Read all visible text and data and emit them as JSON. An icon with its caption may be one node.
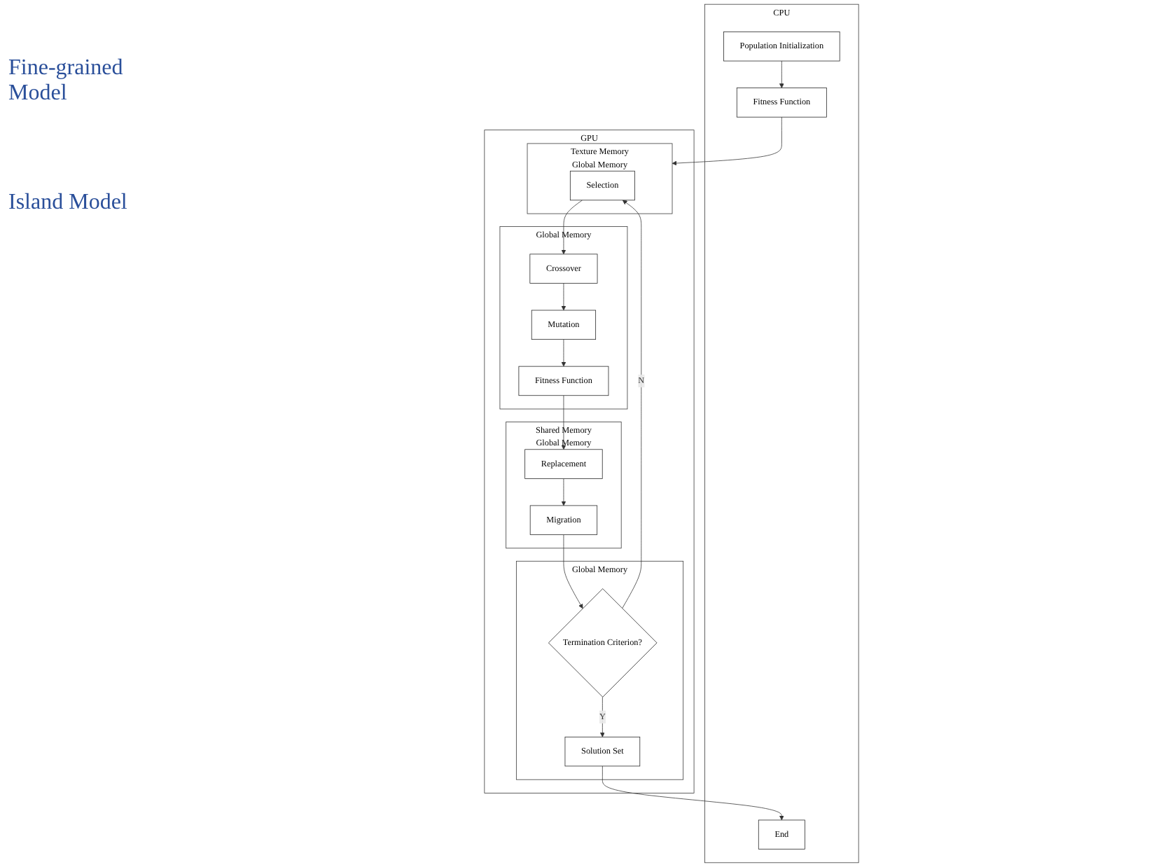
{
  "diagram": {
    "nodes": [
      {
        "text": [
          "CPU"
        ]
      },
      {
        "text": [
          "Population Initialization"
        ],
        "in": 0
      },
      {
        "text": [
          "Fitness Function"
        ],
        "in": 0
      },
      {
        "text": [
          "End"
        ],
        "in": 0
      },
      {
        "text": [
          "GPU"
        ]
      },
      {
        "text": [
          "Texture Memory",
          "Global Memory"
        ],
        "in": 4
      },
      {
        "text": [
          "Selection"
        ],
        "in": 5
      },
      {
        "text": [
          "Global Memory"
        ],
        "in": 4
      },
      {
        "text": [
          "Crossover"
        ],
        "in": 7
      },
      {
        "text": [
          "Mutation"
        ],
        "in": 7
      },
      {
        "text": [
          "Fitness Function"
        ],
        "in": 7
      },
      {
        "text": [
          "Shared Memory",
          "Global Memory"
        ],
        "in": 4
      },
      {
        "text": [
          "Replacement"
        ],
        "in": 11
      },
      {
        "text": [
          "Migration"
        ],
        "in": 11
      },
      {
        "text": [
          "Global Memory"
        ],
        "in": 4
      },
      {
        "text": [
          "Termination Criterion?"
        ],
        "in": 14
      },
      {
        "text": [
          "Solution Set"
        ],
        "in": 14
      }
    ],
    "edges": [
      {
        "from": 1,
        "to": 2,
        "arrow": "to"
      },
      {
        "from": 2,
        "to": 5,
        "arrow": "to"
      },
      {
        "from": 6,
        "to": 8,
        "arrow": "to"
      },
      {
        "from": 8,
        "to": 9,
        "arrow": "to"
      },
      {
        "from": 9,
        "to": 10,
        "arrow": "to"
      },
      {
        "from": 10,
        "to": 12,
        "arrow": "to"
      },
      {
        "from": 12,
        "to": 13,
        "arrow": "to"
      },
      {
        "from": 13,
        "to": 15,
        "arrow": "to"
      },
      {
        "from": 15,
        "to": 6,
        "label": "N",
        "arrow": "to"
      },
      {
        "from": 15,
        "to": 16,
        "label": "Y",
        "arrow": "to"
      },
      {
        "from": 16,
        "to": 3,
        "arrow": "to"
      }
    ],
    "labels": [
      "Fine-grained Model",
      "Island Model"
    ]
  }
}
